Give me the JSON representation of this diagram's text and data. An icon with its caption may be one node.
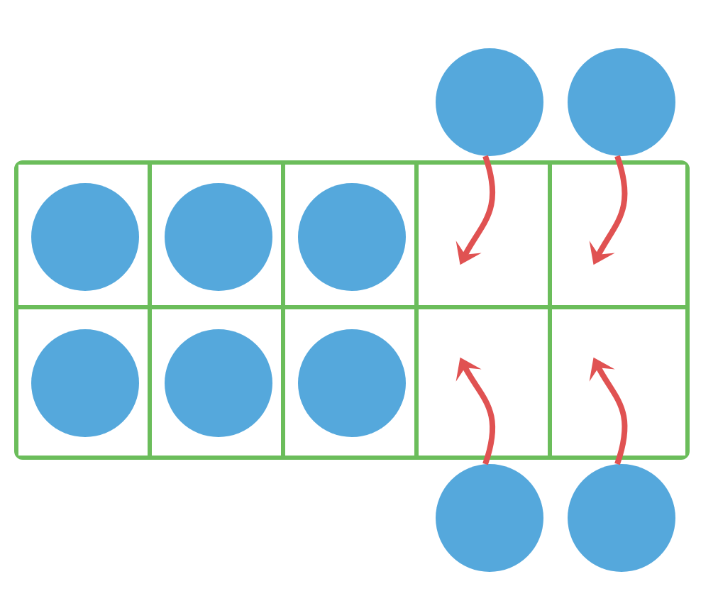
{
  "diagram": {
    "nodes": [
      {
        "text": [],
        "shape": "circle"
      },
      {
        "text": [],
        "shape": "circle"
      },
      {
        "text": [],
        "shape": "box"
      },
      {
        "text": [],
        "shape": "box",
        "in": 2
      },
      {
        "text": [],
        "shape": "box",
        "in": 2
      },
      {
        "text": [],
        "shape": "box",
        "in": 2
      },
      {
        "text": [],
        "shape": "box",
        "in": 2
      },
      {
        "text": [],
        "shape": "box",
        "in": 2
      },
      {
        "text": [],
        "shape": "box",
        "in": 2
      },
      {
        "text": [],
        "shape": "box",
        "in": 2
      },
      {
        "text": [],
        "shape": "box",
        "in": 2
      },
      {
        "text": [],
        "shape": "box",
        "in": 2
      },
      {
        "text": [],
        "shape": "box",
        "in": 2
      },
      {
        "text": [],
        "shape": "circle",
        "in": 3
      },
      {
        "text": [],
        "shape": "circle",
        "in": 4
      },
      {
        "text": [],
        "shape": "circle",
        "in": 5
      },
      {
        "text": [],
        "shape": "circle",
        "in": 8
      },
      {
        "text": [],
        "shape": "circle",
        "in": 9
      },
      {
        "text": [],
        "shape": "circle",
        "in": 10
      },
      {
        "text": [],
        "shape": "circle"
      },
      {
        "text": [],
        "shape": "circle"
      }
    ],
    "edges": [
      {
        "from": 0,
        "to": 6,
        "arrow": "to"
      },
      {
        "from": 1,
        "to": 7,
        "arrow": "to"
      },
      {
        "from": 19,
        "to": 11,
        "arrow": "to"
      },
      {
        "from": 20,
        "to": 12,
        "arrow": "to"
      }
    ]
  }
}
